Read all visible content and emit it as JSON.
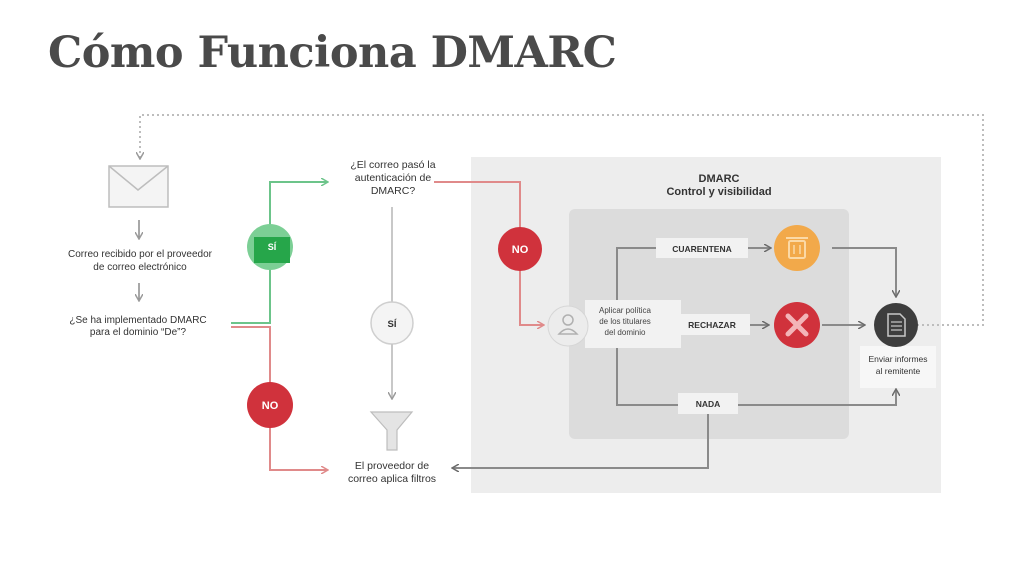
{
  "title": "Cómo Funciona DMARC",
  "left_flow": {
    "received": [
      "Correo recibido por el proveedor",
      "de correo electrónico"
    ],
    "question": [
      "¿Se ha implementado DMARC",
      "para el dominio “De”?"
    ]
  },
  "decisions": {
    "yes_left": "SÍ",
    "no_left": "NO",
    "yes_center": "SÍ",
    "no_right": "NO"
  },
  "auth_question": [
    "¿El correo pasó la",
    "autenticación de",
    "DMARC?"
  ],
  "filters": [
    "El proveedor de",
    "correo aplica filtros"
  ],
  "dmarc_box": {
    "title": "DMARC",
    "subtitle": "Control y visibilidad"
  },
  "policy": [
    "Aplicar política",
    "de los titulares",
    "del dominio"
  ],
  "actions": {
    "quarantine": "CUARENTENA",
    "reject": "RECHAZAR",
    "none": "NADA"
  },
  "report": [
    "Enviar informes",
    "al remitente"
  ],
  "colors": {
    "green": "#2ea84a",
    "red": "#d0323c",
    "orange": "#f2a94a",
    "dark": "#3d3d3d",
    "title": "#4a4a4a"
  }
}
